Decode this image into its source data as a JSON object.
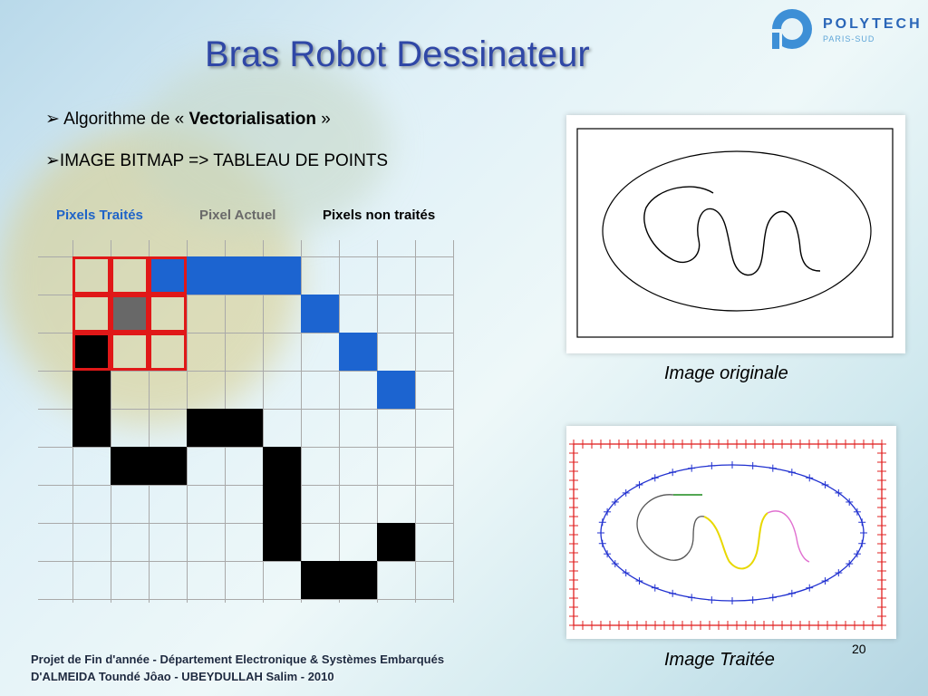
{
  "title": "Bras Robot Dessinateur",
  "logo": {
    "name": "POLYTECH",
    "sub": "PARIS-SUD"
  },
  "bullets": [
    {
      "marker": "➢",
      "prefix": " Algorithme de « ",
      "bold": "Vectorialisation",
      "suffix": " »"
    },
    {
      "marker": "➢",
      "text": "IMAGE BITMAP => TABLEAU DE POINTS"
    }
  ],
  "legend": [
    {
      "label": "Pixels Traités",
      "color": "#1f64c8"
    },
    {
      "label": "Pixel Actuel",
      "color": "#6a6a6a"
    },
    {
      "label": "Pixels non traités",
      "color": "#000000"
    }
  ],
  "captions": {
    "original": "Image originale",
    "treated": "Image Traitée"
  },
  "footer": {
    "line1": "Projet de Fin d'année  -  Département Electronique & Systèmes Embarqués",
    "line2": "D'ALMEIDA Toundé Jôao  -  UBEYDULLAH Salim - 2010"
  },
  "page_number": "20",
  "colors": {
    "title": "#2f47a6",
    "processed": "#1c64d0",
    "current": "#686868",
    "unprocessed": "#000000",
    "selection": "#e01818"
  }
}
